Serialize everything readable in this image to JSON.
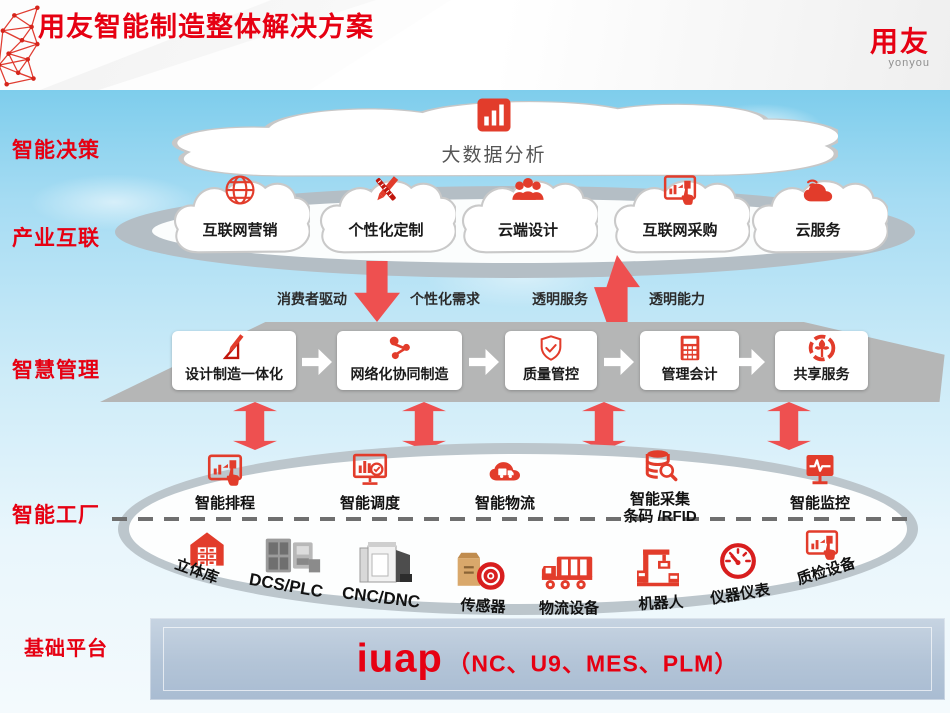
{
  "header": {
    "title": "用友智能制造整体解决方案",
    "brand": "用友",
    "brand_sub": "yonyou"
  },
  "layers": {
    "decision": {
      "side_label": "智能决策",
      "cloud_icon": "bar-chart-icon",
      "cloud_label": "大数据分析"
    },
    "industry": {
      "side_label": "产业互联",
      "clouds": [
        {
          "icon": "globe-icon",
          "label": "互联网营销"
        },
        {
          "icon": "ruler-pencil-icon",
          "label": "个性化定制"
        },
        {
          "icon": "team-icon",
          "label": "云端设计"
        },
        {
          "icon": "screen-hand-icon",
          "label": "互联网采购"
        },
        {
          "icon": "cloud-wifi-icon",
          "label": "云服务"
        }
      ],
      "flows": [
        "消费者驱动",
        "个性化需求",
        "透明服务",
        "透明能力"
      ]
    },
    "management": {
      "side_label": "智慧管理",
      "boxes": [
        {
          "icon": "drafting-tools-icon",
          "label": "设计制造一体化"
        },
        {
          "icon": "share-network-icon",
          "label": "网络化协同制造"
        },
        {
          "icon": "shield-check-icon",
          "label": "质量管控"
        },
        {
          "icon": "calculator-icon",
          "label": "管理会计"
        },
        {
          "icon": "globe-share-icon",
          "label": "共享服务"
        }
      ]
    },
    "factory": {
      "side_label": "智能工厂",
      "smart_items": [
        {
          "icon": "screen-hand-icon",
          "label": "智能排程"
        },
        {
          "icon": "monitor-chart-icon",
          "label": "智能调度"
        },
        {
          "icon": "cloud-truck-icon",
          "label": "智能物流"
        },
        {
          "icon": "database-scan-icon",
          "label": "智能采集\n条码 /RFID"
        },
        {
          "icon": "monitor-pulse-icon",
          "label": "智能监控"
        }
      ],
      "equipment": [
        {
          "icon": "warehouse-icon",
          "label": "立体库"
        },
        {
          "icon": "dcs-machine-icon",
          "label": "DCS/PLC"
        },
        {
          "icon": "cnc-machine-icon",
          "label": "CNC/DNC"
        },
        {
          "icon": "sensor-icon",
          "label": "传感器"
        },
        {
          "icon": "truck-icon",
          "label": "物流设备"
        },
        {
          "icon": "robot-crane-icon",
          "label": "机器人"
        },
        {
          "icon": "gauge-icon",
          "label": "仪器仪表"
        },
        {
          "icon": "inspection-screen-icon",
          "label": "质检设备"
        }
      ]
    },
    "platform": {
      "side_label": "基础平台",
      "bar_title": "iuap",
      "bar_detail": "（NC、U9、MES、PLM）"
    }
  },
  "colors": {
    "brand_red": "#e60012",
    "icon_red": "#e23c2b",
    "icon_dark_red": "#c1160c",
    "arrow_red": "#ee5050",
    "band_gray": "#b5b6b6",
    "ring_gray": "#bcc6cc",
    "text_dark": "#1a1a1a"
  }
}
